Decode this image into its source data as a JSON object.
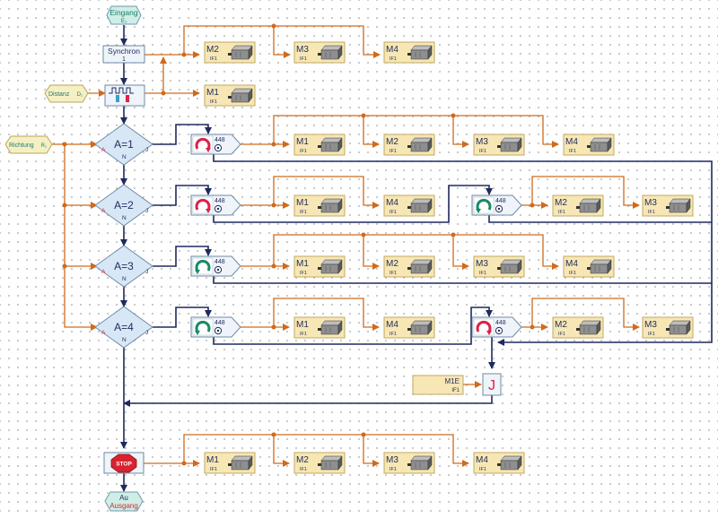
{
  "diagram": {
    "entry": {
      "label": "Eingang",
      "sub": "E₁"
    },
    "exit": {
      "label": "Au",
      "sub": "Ausgang"
    },
    "sync": {
      "label": "Synchron",
      "sub": "1"
    },
    "distance_input": {
      "label": "Distanz",
      "sub": "D₁"
    },
    "direction_input": {
      "label": "Richtung",
      "sub": "R₁"
    },
    "decisions": [
      {
        "label": "A=1",
        "port_in": "A",
        "port_yes": "J",
        "port_no": "N"
      },
      {
        "label": "A=2",
        "port_in": "A",
        "port_yes": "J",
        "port_no": "N"
      },
      {
        "label": "A=3",
        "port_in": "A",
        "port_yes": "J",
        "port_no": "N"
      },
      {
        "label": "A=4",
        "port_in": "A",
        "port_yes": "J",
        "port_no": "N"
      }
    ],
    "rotations": [
      {
        "value": "448",
        "direction": "ccw",
        "color": "#e0204a"
      },
      {
        "value": "448",
        "direction": "ccw",
        "color": "#e0204a"
      },
      {
        "value": "448",
        "direction": "cw",
        "color": "#1a8a66"
      },
      {
        "value": "448",
        "direction": "cw",
        "color": "#1a8a66"
      },
      {
        "value": "448",
        "direction": "cw",
        "color": "#1a8a66"
      },
      {
        "value": "448",
        "direction": "ccw",
        "color": "#e0204a"
      }
    ],
    "motors": [
      {
        "name": "M2",
        "iface": "IF1"
      },
      {
        "name": "M3",
        "iface": "IF1"
      },
      {
        "name": "M4",
        "iface": "IF1"
      },
      {
        "name": "M1",
        "iface": "IF1"
      },
      {
        "name": "M1",
        "iface": "IF1"
      },
      {
        "name": "M2",
        "iface": "IF1"
      },
      {
        "name": "M3",
        "iface": "IF1"
      },
      {
        "name": "M4",
        "iface": "IF1"
      },
      {
        "name": "M1",
        "iface": "IF1"
      },
      {
        "name": "M4",
        "iface": "IF1"
      },
      {
        "name": "M2",
        "iface": "IF1"
      },
      {
        "name": "M3",
        "iface": "IF1"
      },
      {
        "name": "M1",
        "iface": "IF1"
      },
      {
        "name": "M2",
        "iface": "IF1"
      },
      {
        "name": "M3",
        "iface": "IF1"
      },
      {
        "name": "M4",
        "iface": "IF1"
      },
      {
        "name": "M1",
        "iface": "IF1"
      },
      {
        "name": "M4",
        "iface": "IF1"
      },
      {
        "name": "M2",
        "iface": "IF1"
      },
      {
        "name": "M3",
        "iface": "IF1"
      },
      {
        "name": "M1",
        "iface": "IF1"
      },
      {
        "name": "M2",
        "iface": "IF1"
      },
      {
        "name": "M3",
        "iface": "IF1"
      },
      {
        "name": "M4",
        "iface": "IF1"
      }
    ],
    "wait_sensor": {
      "name": "M1E",
      "iface": "IF1",
      "mark": "J"
    },
    "stop": {
      "label": "STOP"
    },
    "colors": {
      "control_flow": "#1f2a5e",
      "data_flow": "#d06a1c",
      "motor_fill": "#f7e7b4",
      "decision_fill": "#d7e7f6",
      "entry_fill": "#cfeee6",
      "input_fill": "#f5f0c4",
      "stop_red": "#d9232e"
    }
  }
}
